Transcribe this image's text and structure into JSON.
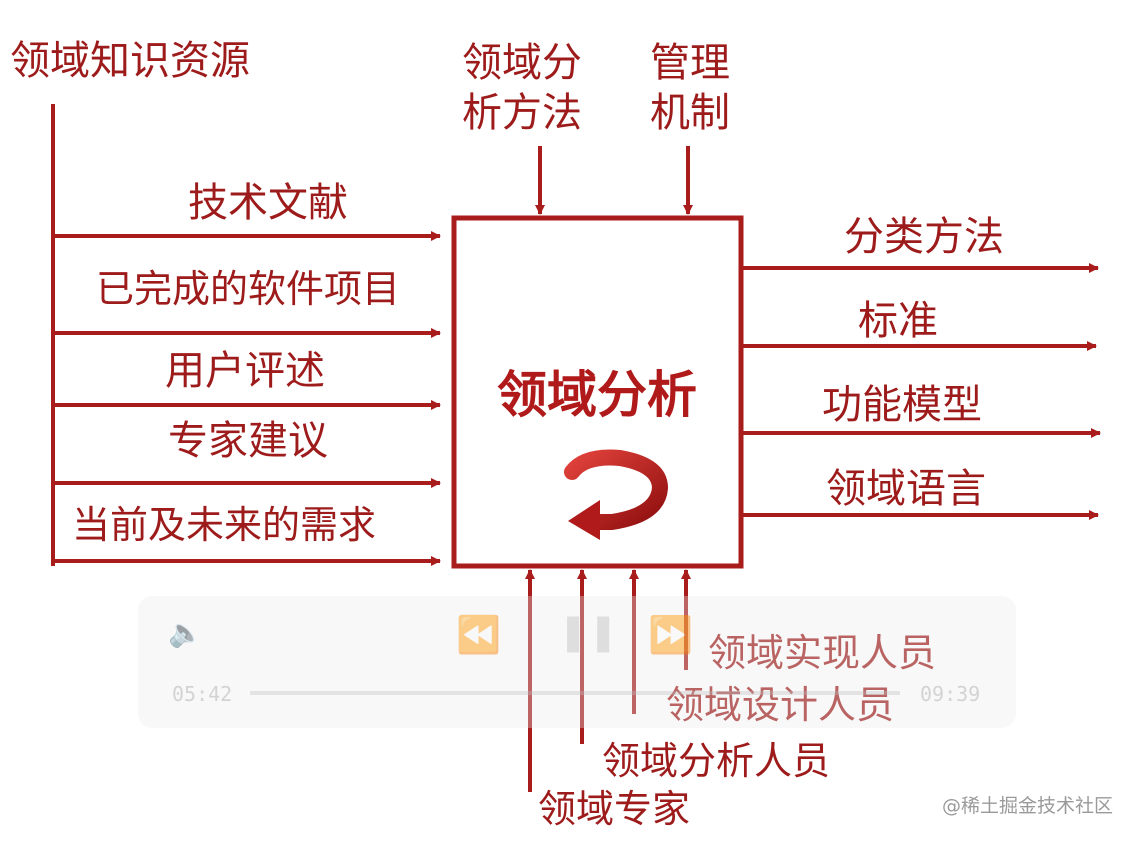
{
  "colors": {
    "primary": "#a81c1c",
    "text": "#9e1b1b",
    "watermark": "#9a9a9a"
  },
  "center_box": {
    "label": "领域分析",
    "icon": "curved-arrow-icon"
  },
  "left_group": {
    "title": "领域知识资源",
    "inputs": [
      "技术文献",
      "已完成的软件项目",
      "用户评述",
      "专家建议",
      "当前及未来的需求"
    ]
  },
  "top_controls": {
    "method": [
      "领域分",
      "析方法"
    ],
    "management": [
      "管理",
      "机制"
    ]
  },
  "outputs": [
    "分类方法",
    "标准",
    "功能模型",
    "领域语言"
  ],
  "mechanisms": [
    "领域实现人员",
    "领域设计人员",
    "领域分析人员",
    "领域专家"
  ],
  "player": {
    "time_current": "05:42",
    "time_total": "09:39"
  },
  "watermark": "@稀土掘金技术社区"
}
